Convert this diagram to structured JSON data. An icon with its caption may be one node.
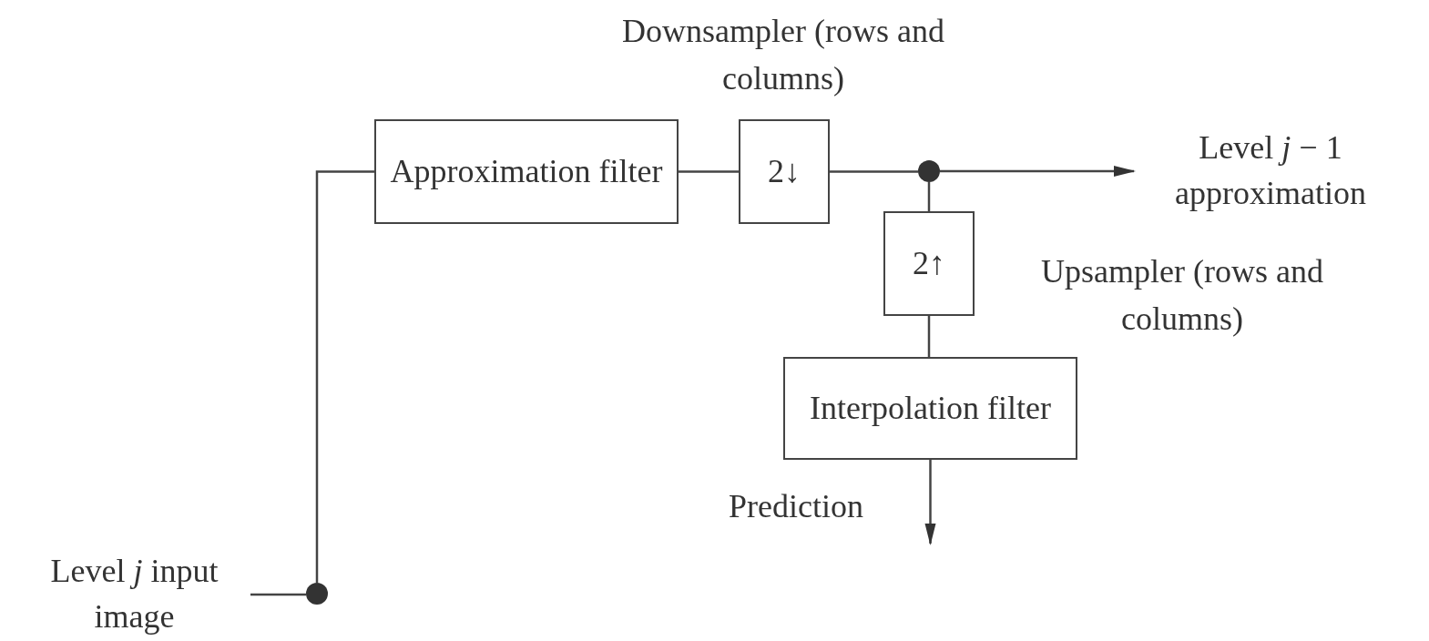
{
  "diagram": {
    "nodes": [
      {
        "text": [
          "Level *j* input image"
        ]
      },
      {
        "text": [],
        "shape": "circle"
      },
      {
        "text": [
          "Approximation filter"
        ]
      },
      {
        "text": [
          "2↓"
        ],
        "beside": [
          "Downsampler (rows and columns)"
        ]
      },
      {
        "text": [],
        "shape": "circle"
      },
      {
        "text": [
          "Level *j* − 1 approximation"
        ]
      },
      {
        "text": [
          "2↑"
        ]
      },
      {
        "text": [
          "Interpolation filter"
        ]
      }
    ],
    "edges": [
      {
        "from": 0,
        "to": 1,
        "arrow": "none"
      },
      {
        "from": 1,
        "to": 2,
        "arrow": "none"
      },
      {
        "from": 2,
        "to": 3,
        "arrow": "none"
      },
      {
        "from": 3,
        "to": 4,
        "arrow": "none"
      },
      {
        "from": 4,
        "to": 5,
        "arrow": "to"
      },
      {
        "from": 4,
        "to": 6,
        "arrow": "none"
      },
      {
        "from": 6,
        "to": 7,
        "arrow": "none"
      },
      {
        "from": 7,
        "to": null,
        "arrow": "to",
        "label": "Prediction"
      }
    ],
    "labels": [
      "Upsampler (rows and columns)"
    ]
  }
}
